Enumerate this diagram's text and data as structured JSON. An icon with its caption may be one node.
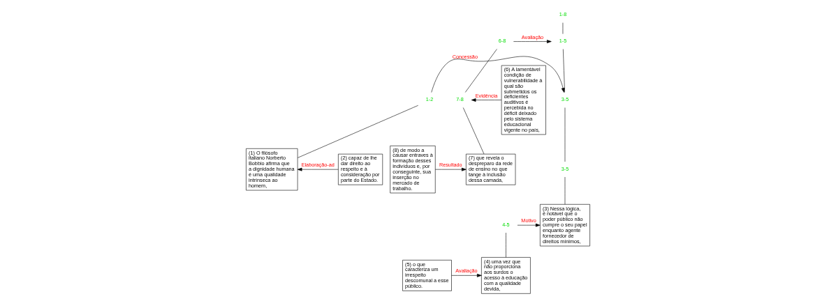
{
  "diagram": {
    "nodes": [
      {
        "text": [
          "1-8"
        ]
      },
      {
        "text": [
          "1-5"
        ]
      },
      {
        "text": [
          "6-8"
        ]
      },
      {
        "text": [
          "1-2"
        ]
      },
      {
        "text": [
          "3-5"
        ]
      },
      {
        "text": [
          "(1) O filósofo italiano Norberto Bobbio afirma que a dignidade humana é uma qualidade intrínseca ao homem,"
        ]
      },
      {
        "text": [
          "(2) capaz de lhe dar direito ao respeito e à consideração por parte do Estado."
        ]
      },
      {
        "text": [
          "3-5"
        ]
      },
      {
        "text": [
          "(3) Nessa lógica, é notável que o poder público não cumpre o seu papel enquanto agente fornecedor de direitos mínimos,"
        ]
      },
      {
        "text": [
          "4-5"
        ]
      },
      {
        "text": [
          "(4) uma vez que não proporciona aos surdos o acesso à educação com a qualidade devida,"
        ]
      },
      {
        "text": [
          "(5) o que caracteriza um irrespeito descomunal a esse público."
        ]
      },
      {
        "text": [
          "(6) A lamentável condição de vulnerabilidade à qual são submetidos os deficientes auditivos é percebida no déficit deixado pelo sistema educacional vigente no país,"
        ]
      },
      {
        "text": [
          "7-8"
        ]
      },
      {
        "text": [
          "(7) que revela o despreparo da rede de ensino no que tange à inclusão dessa camada,"
        ]
      },
      {
        "text": [
          "(8) de modo a causar entraves à formação desses indivíduos e, por conseguinte, sua inserção no mercado de trabalho."
        ]
      }
    ],
    "edges": [
      {
        "from": 0,
        "to": 1,
        "arrow": "none"
      },
      {
        "from": 2,
        "to": 1,
        "arrow": "to",
        "label": "Avaliação"
      },
      {
        "from": 1,
        "to": 4,
        "arrow": "none"
      },
      {
        "from": 3,
        "to": 4,
        "arrow": "to",
        "label": "Concessão"
      },
      {
        "from": 3,
        "to": 5,
        "arrow": "none"
      },
      {
        "from": 6,
        "to": 5,
        "arrow": "to",
        "label": "Elaboração-ad"
      },
      {
        "from": 4,
        "to": 7,
        "arrow": "none"
      },
      {
        "from": 7,
        "to": 8,
        "arrow": "none"
      },
      {
        "from": 9,
        "to": 8,
        "arrow": "to",
        "label": "Motivo"
      },
      {
        "from": 9,
        "to": 10,
        "arrow": "none"
      },
      {
        "from": 11,
        "to": 10,
        "arrow": "to",
        "label": "Avaliação"
      },
      {
        "from": 2,
        "to": 13,
        "arrow": "none"
      },
      {
        "from": 12,
        "to": 13,
        "arrow": "to",
        "label": "Evidência"
      },
      {
        "from": 13,
        "to": 14,
        "arrow": "none"
      },
      {
        "from": 15,
        "to": 14,
        "arrow": "to",
        "label": "Resultado"
      }
    ]
  }
}
